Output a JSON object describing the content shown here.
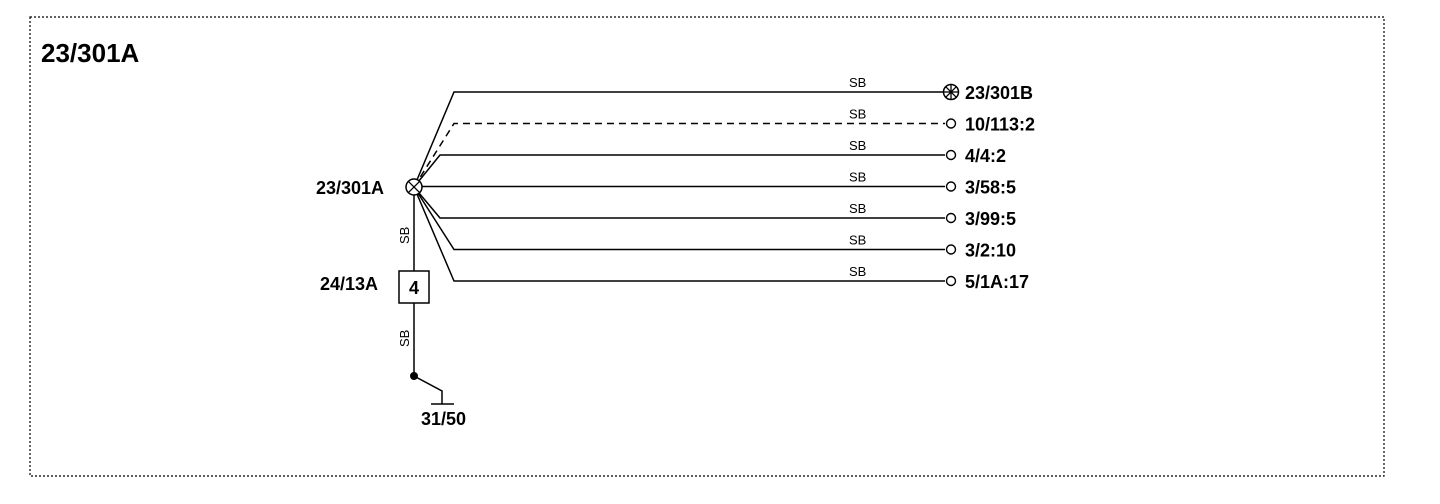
{
  "diagram": {
    "title": "23/301A",
    "splice": {
      "label": "23/301A"
    },
    "component": {
      "label": "24/13A",
      "pin": "4"
    },
    "ground": {
      "label": "31/50"
    },
    "vertical_wires": [
      "SB",
      "SB"
    ],
    "branches": [
      {
        "wire_color": "SB",
        "terminal": "23/301B",
        "terminal_type": "splice",
        "dashed": false
      },
      {
        "wire_color": "SB",
        "terminal": "10/113:2",
        "terminal_type": "pin",
        "dashed": true
      },
      {
        "wire_color": "SB",
        "terminal": "4/4:2",
        "terminal_type": "pin",
        "dashed": false
      },
      {
        "wire_color": "SB",
        "terminal": "3/58:5",
        "terminal_type": "pin",
        "dashed": false
      },
      {
        "wire_color": "SB",
        "terminal": "3/99:5",
        "terminal_type": "pin",
        "dashed": false
      },
      {
        "wire_color": "SB",
        "terminal": "3/2:10",
        "terminal_type": "pin",
        "dashed": false
      },
      {
        "wire_color": "SB",
        "terminal": "5/1A:17",
        "terminal_type": "pin",
        "dashed": false
      }
    ]
  }
}
